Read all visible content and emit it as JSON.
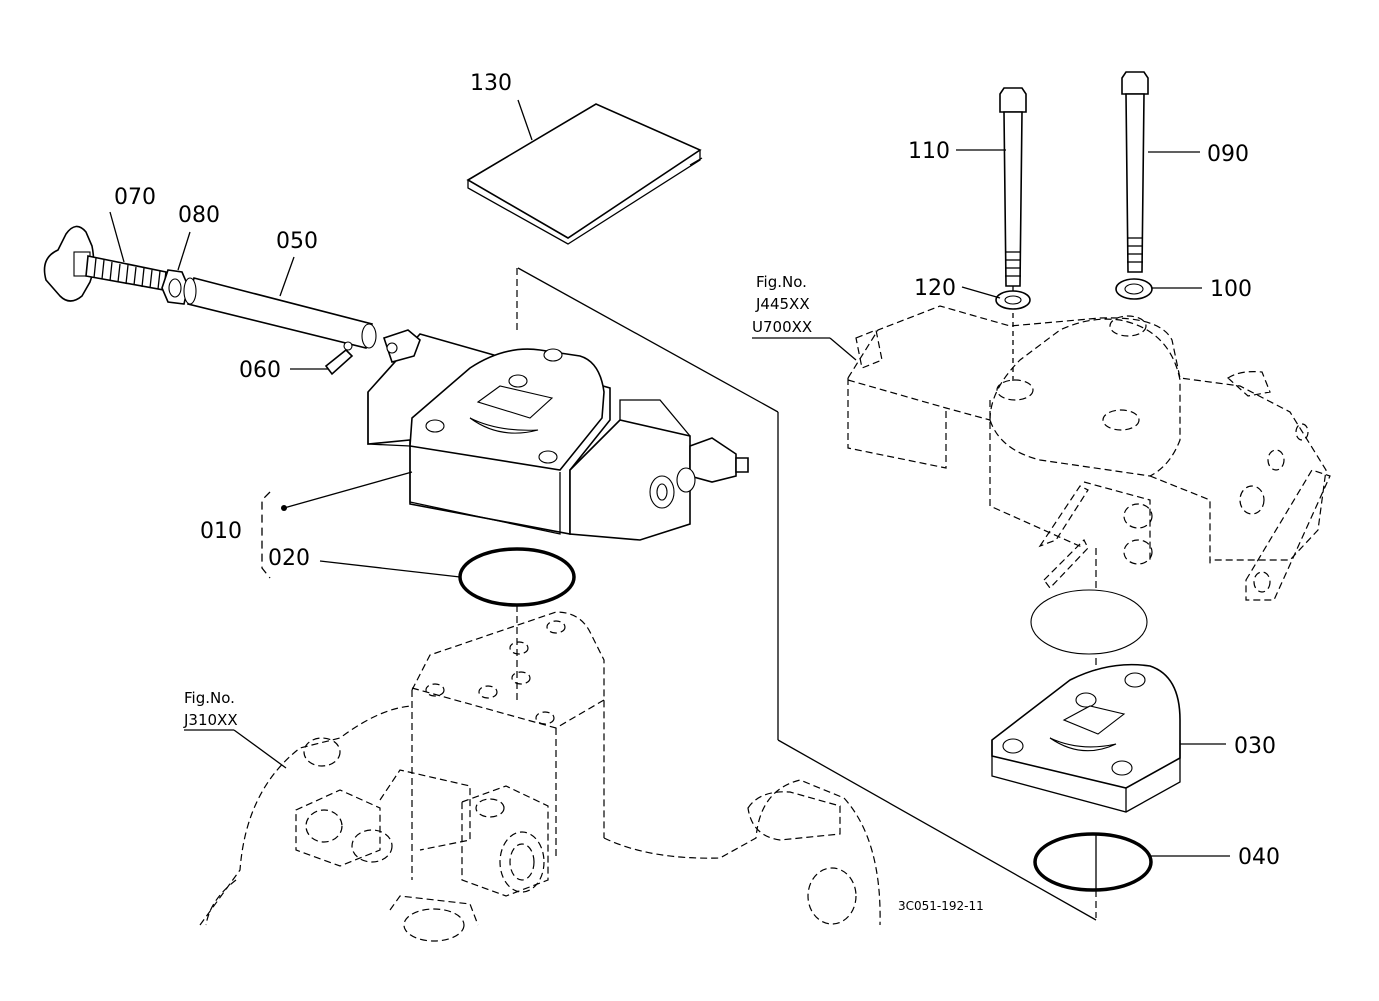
{
  "callouts": [
    {
      "id": "c010",
      "text": "010"
    },
    {
      "id": "c020",
      "text": "020"
    },
    {
      "id": "c030",
      "text": "030"
    },
    {
      "id": "c040",
      "text": "040"
    },
    {
      "id": "c050",
      "text": "050"
    },
    {
      "id": "c060",
      "text": "060"
    },
    {
      "id": "c070",
      "text": "070"
    },
    {
      "id": "c080",
      "text": "080"
    },
    {
      "id": "c090",
      "text": "090"
    },
    {
      "id": "c100",
      "text": "100"
    },
    {
      "id": "c110",
      "text": "110"
    },
    {
      "id": "c120",
      "text": "120"
    },
    {
      "id": "c130",
      "text": "130"
    }
  ],
  "figure_refs": {
    "left": {
      "label": "Fig.No.",
      "code": "J310XX"
    },
    "right": {
      "label": "Fig.No.",
      "codes": [
        "J445XX",
        "U700XX"
      ]
    }
  },
  "drawing_code": "3C051-192-11"
}
